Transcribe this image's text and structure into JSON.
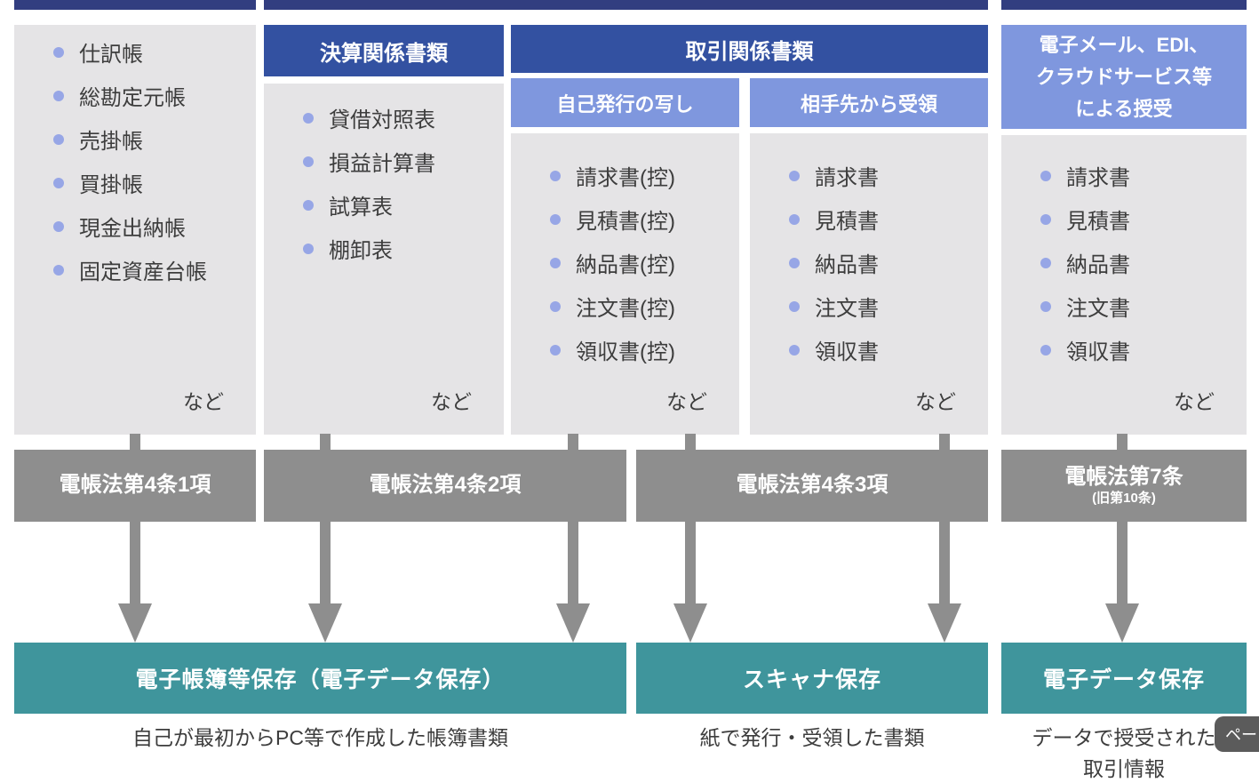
{
  "palette": {
    "navy": "#3351a1",
    "navy-dark": "#323e80",
    "lightblue": "#7f97de",
    "listbg": "#e5e4e6",
    "bullet": "#97a6e6",
    "gray": "#8e8e8e",
    "teal": "#3f959c",
    "ink": "#3d3d3d",
    "tab": "#5b5b5b"
  },
  "sections": {
    "books": {
      "items": [
        "仕訳帳",
        "総勘定元帳",
        "売掛帳",
        "買掛帳",
        "現金出納帳",
        "固定資産台帳"
      ],
      "etc": "など"
    },
    "settlement": {
      "header": "決算関係書類",
      "items": [
        "貸借対照表",
        "損益計算書",
        "試算表",
        "棚卸表"
      ],
      "etc": "など"
    },
    "transaction": {
      "header": "取引関係書類",
      "self_issued": {
        "header": "自己発行の写し",
        "items": [
          "請求書(控)",
          "見積書(控)",
          "納品書(控)",
          "注文書(控)",
          "領収書(控)"
        ],
        "etc": "など"
      },
      "received": {
        "header": "相手先から受領",
        "items": [
          "請求書",
          "見積書",
          "納品書",
          "注文書",
          "領収書"
        ],
        "etc": "など"
      }
    },
    "electronic": {
      "header": "電子メール、EDI、クラウドサービス等による授受",
      "header_lines": [
        "電子メール、EDI、",
        "クラウドサービス等",
        "による授受"
      ],
      "items": [
        "請求書",
        "見積書",
        "納品書",
        "注文書",
        "領収書"
      ],
      "etc": "など"
    }
  },
  "laws": {
    "law1": "電帳法第4条1項",
    "law2": "電帳法第4条2項",
    "law3": "電帳法第4条3項",
    "law4": "電帳法第7条",
    "law4_sub": "(旧第10条)"
  },
  "storage": {
    "electronic_books": {
      "label": "電子帳簿等保存（電子データ保存）",
      "caption": "自己が最初からPC等で作成した帳簿書類"
    },
    "scanner": {
      "label": "スキャナ保存",
      "caption": "紙で発行・受領した書類"
    },
    "electronic_data": {
      "label": "電子データ保存",
      "caption": "データで授受された取引情報"
    }
  },
  "page_top_button": "ペー"
}
